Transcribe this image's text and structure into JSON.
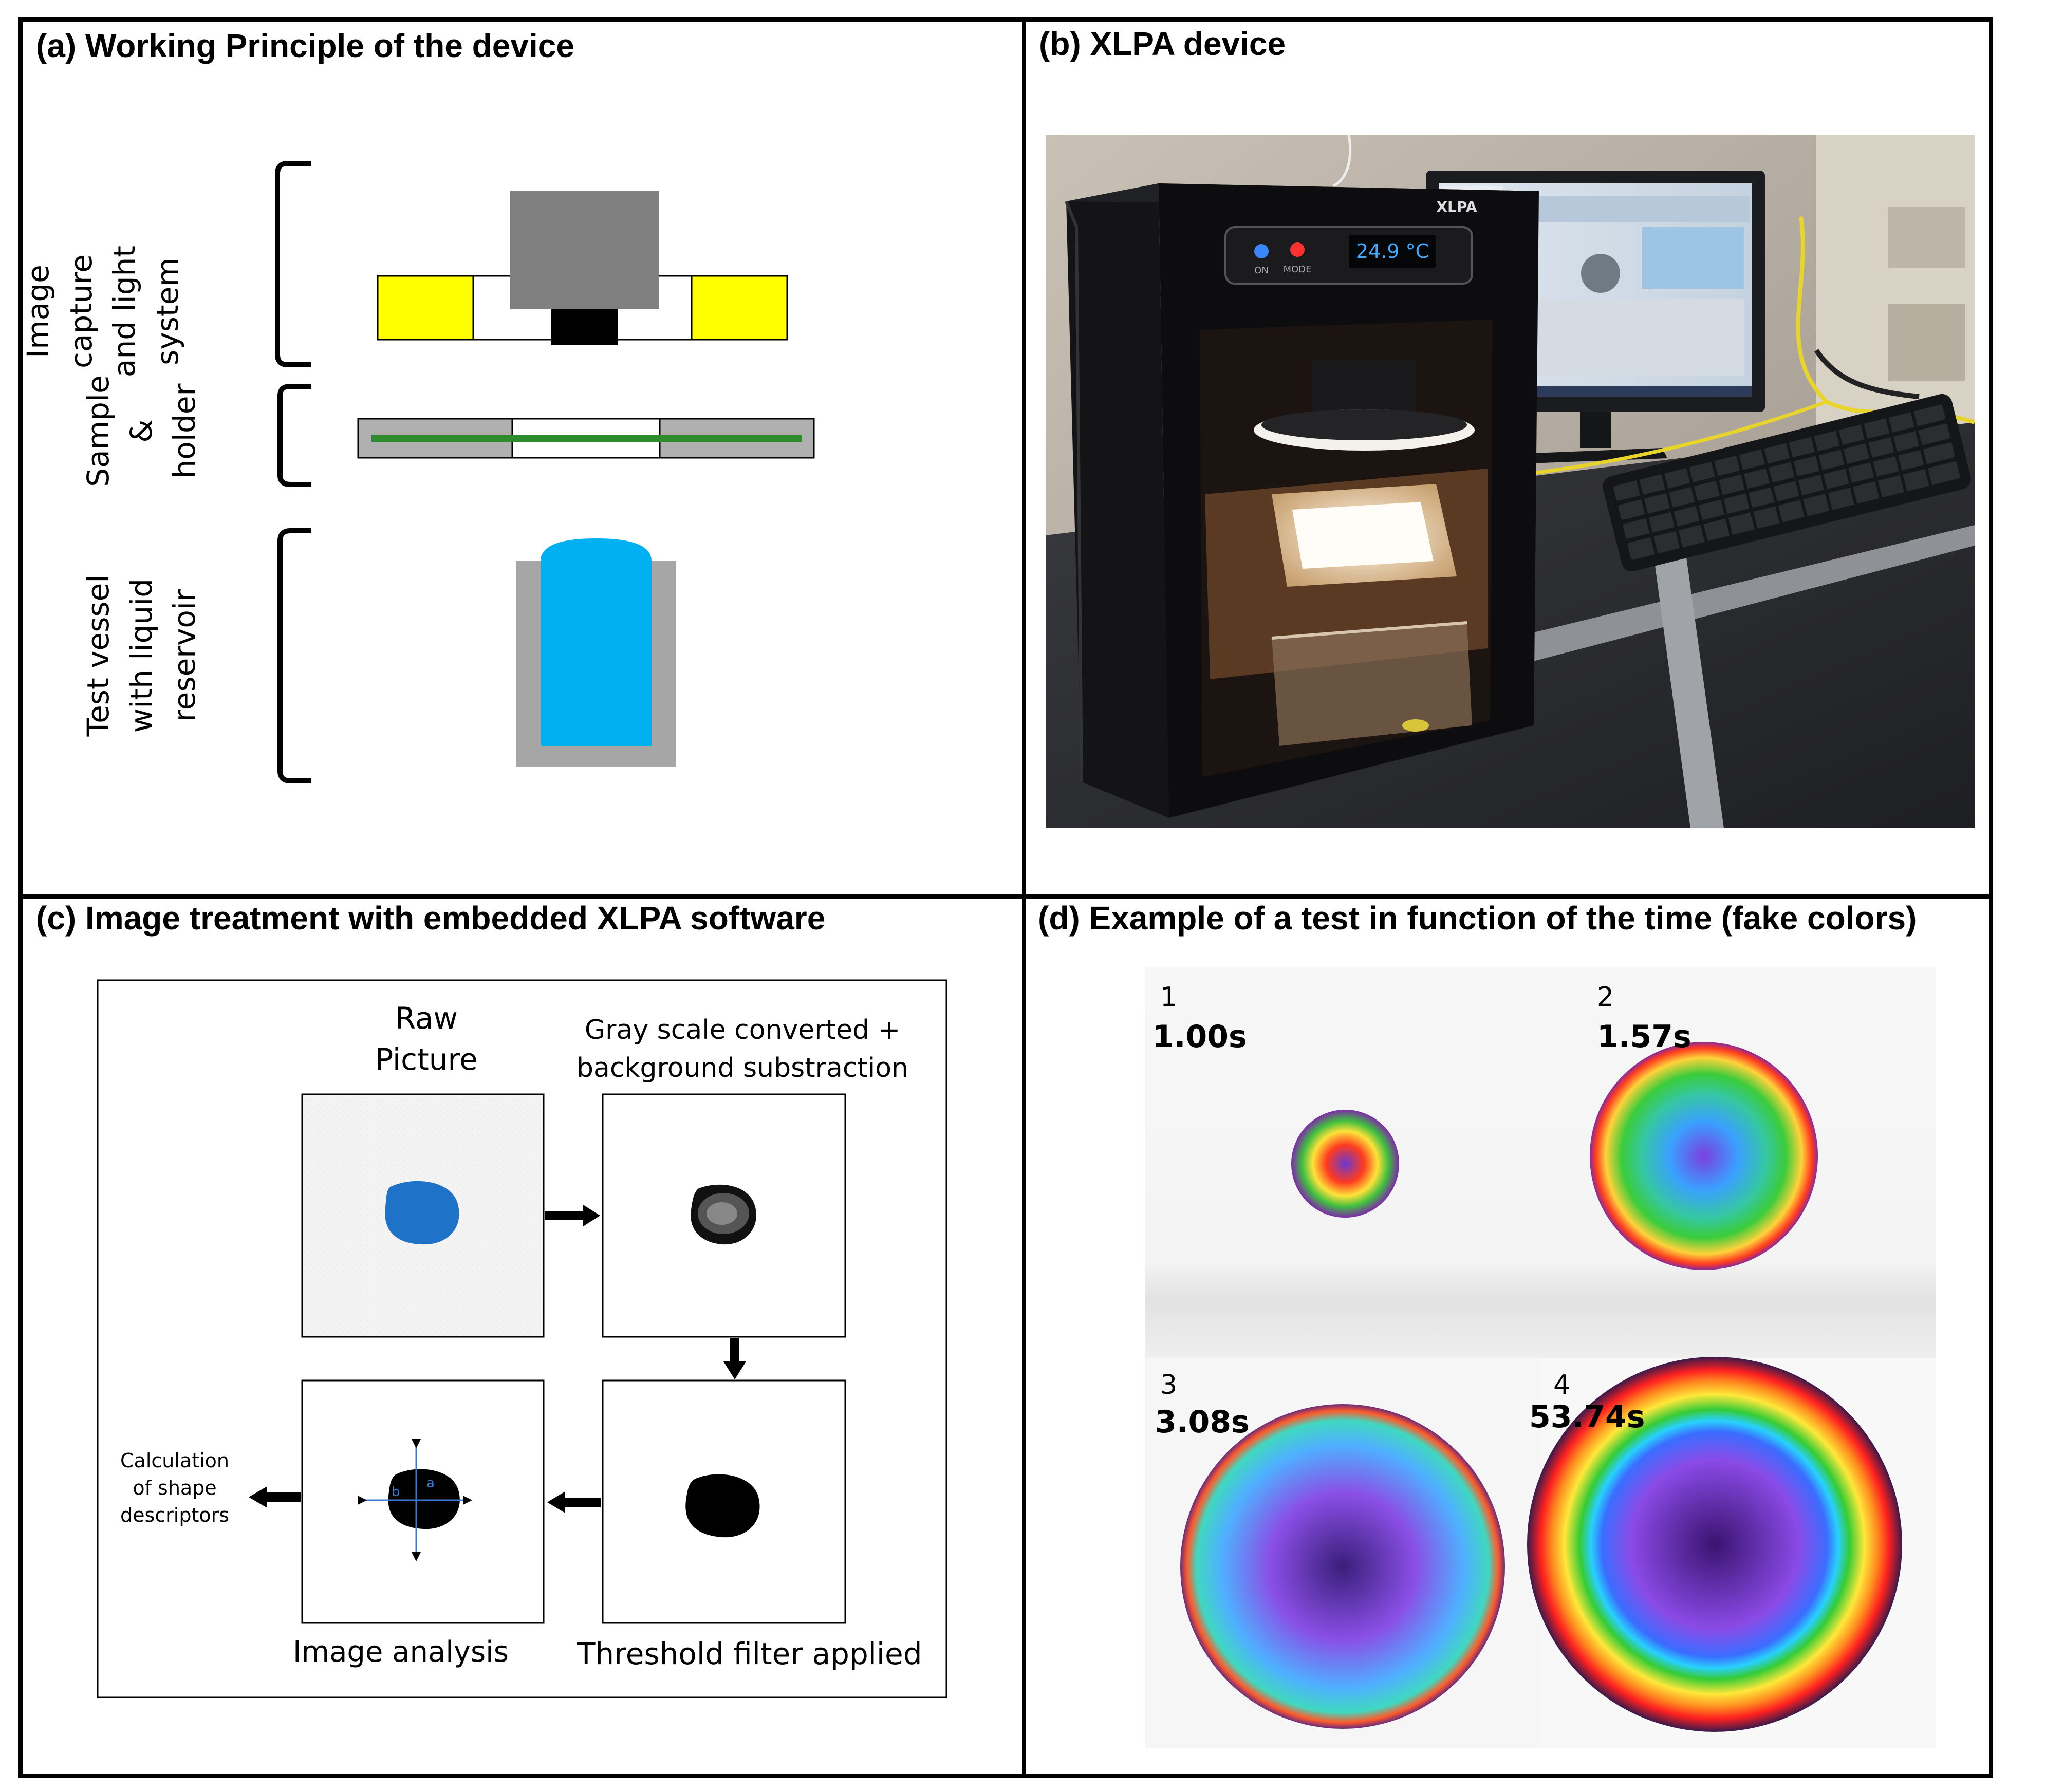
{
  "panels": {
    "a": {
      "title": "(a) Working Principle of the device",
      "labels": {
        "image_capture": [
          "Image",
          "capture",
          "and light",
          "system"
        ],
        "sample_holder": [
          "Sample",
          "&",
          "holder"
        ],
        "test_vessel": [
          "Test vessel",
          "with liquid",
          "reservoir"
        ]
      }
    },
    "b": {
      "title": "(b) XLPA device",
      "photo": {
        "brand": "XLPA",
        "display": "24.9 °C",
        "btn_on": "ON",
        "btn_mode": "MODE"
      }
    },
    "c": {
      "title": "(c) Image treatment with embedded XLPA software",
      "raw_picture": [
        "Raw",
        "Picture"
      ],
      "gray_scale": [
        "Gray scale converted +",
        "background substraction"
      ],
      "image_analysis": "Image analysis",
      "threshold": "Threshold filter applied",
      "calculation": [
        "Calculation",
        "of shape",
        "descriptors"
      ],
      "axis_a": "a",
      "axis_b": "b"
    },
    "d": {
      "title": "(d) Example of a test in function of the time (fake colors)",
      "frames": [
        {
          "index": "1",
          "time": "1.00s"
        },
        {
          "index": "2",
          "time": "1.57s"
        },
        {
          "index": "3",
          "time": "3.08s"
        },
        {
          "index": "4",
          "time": "53.74s"
        }
      ]
    }
  },
  "colors": {
    "lamp_yellow": "#ffff00",
    "camera_gray": "#808080",
    "sample_green": "#2e8b2e",
    "liquid_blue": "#00b0f0",
    "drop_blue": "#1e73c8"
  }
}
